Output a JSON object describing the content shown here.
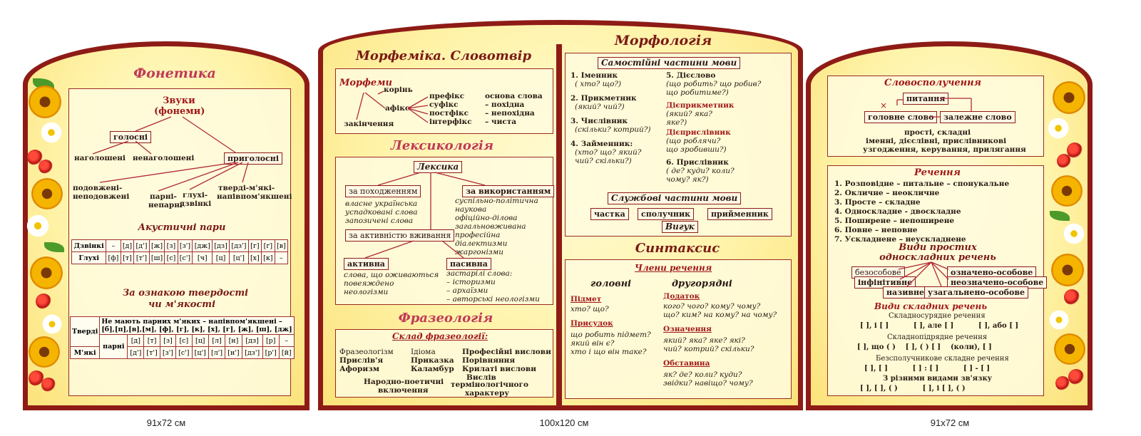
{
  "colors": {
    "frame": "#8e1b16",
    "panel": "#fff3a8",
    "accent": "#c03a5a"
  },
  "left": {
    "title": "Фонетика",
    "sounds": "Звуки",
    "phonemes": "(фонеми)",
    "vowels": "голосні",
    "consonants": "приголосні",
    "stressed": "наголошені",
    "unstressed": "ненаголошені",
    "lengthened": "подовжені-",
    "not_lengthened": "неподовжені",
    "paired": "парні-",
    "unpaired": "непарні",
    "deaf": "глухі-",
    "voiced": "дзвінкі",
    "hard_soft": "тверді-м'які-",
    "semisoft": "напівпом'якшені",
    "acoustic_title": "Акустичні пари",
    "acoustic_rows": [
      [
        "Дзвінкі",
        "–",
        "[д]",
        "[д']",
        "[ж]",
        "[з]",
        "[з']",
        "[дж]",
        "[дз]",
        "[дз']",
        "[г]",
        "[ґ]",
        "[в]"
      ],
      [
        "Глухі",
        "[ф]",
        "[т]",
        "[т']",
        "[ш]",
        "[с]",
        "[с']",
        "[ч]",
        "[ц]",
        "[ц']",
        "[х]",
        "[к]",
        "–"
      ]
    ],
    "hardness_title": "За ознакою твердості",
    "hardness_title2": "чи м'якості",
    "hard_label": "Тверді",
    "hard_text1": "Не мають парних м'яких – напівпом'якшені –",
    "hard_text2": "[б],[п],[в],[м], [ф], [г], [к], [х], [г], [ж], [ш], [дж]",
    "soft_label": "М'які",
    "pairs_label": "парні",
    "hard_pairs": [
      "[д]",
      "[т]",
      "[з]",
      "[с]",
      "[ц]",
      "[л]",
      "[н]",
      "[дз]",
      "[р]",
      "–"
    ],
    "soft_pairs": [
      "[д']",
      "[т']",
      "[з']",
      "[с']",
      "[ц']",
      "[л']",
      "[н']",
      "[дз']",
      "[р']",
      "[й]"
    ]
  },
  "center": {
    "morph_title": "Морфеміка. Словотвір",
    "morphemes": "Морфеми",
    "root": "корінь",
    "affix": "афікс",
    "ending": "закінчення",
    "prefix": "префікс",
    "suffix": "суфікс",
    "postfix": "постфікс",
    "interfix": "інтерфікс",
    "stem": "основа слова",
    "derived": "– похідна",
    "non_derived": "– непохідна",
    "pure": "– чиста",
    "lex_title": "Лексикологія",
    "lexika": "Лексика",
    "by_origin": "за походженням",
    "by_use": "за використанням",
    "origin_items": [
      "власне українська",
      "успадковані слова",
      "запозичені слова"
    ],
    "use_items": [
      "суспільно-політична",
      "наукова",
      "офіційно-ділова",
      "загальновживана",
      "професійна",
      "діалектизми",
      "жаргонізми"
    ],
    "by_activity": "за активністю вживання",
    "active": "активна",
    "passive": "пасивна",
    "active_items": [
      "слова, що оживаються",
      "повеяждено",
      "неологізми"
    ],
    "passive_items": [
      "застарілі слова:",
      "– історизми",
      "– архаїзми",
      "– авторські неологізми"
    ],
    "phraseo_title": "Фразеологія",
    "phraseo_composition": "Склад фразеології:",
    "phraseo_col1": [
      "Фразеологізм",
      "Прислів'я",
      "Афоризм"
    ],
    "phraseo_col2": [
      "Ідіома",
      "Приказка",
      "Каламбур"
    ],
    "phraseo_col3": [
      "Професійні вислови",
      "Порівняння",
      "Крилаті вислови",
      "Вислів"
    ],
    "phraseo_extra1a": "Народно-поетичні",
    "phraseo_extra1b": "включення",
    "phraseo_extra2a": "термінологічного",
    "phraseo_extra2b": "характеру",
    "morpho_title": "Морфологія",
    "independent": "Самостійні частини мови",
    "noun": "1. Іменник",
    "noun_q": "( хто? що?)",
    "adjective": "2. Прикметник",
    "adjective_q": "(який? чий?)",
    "numeral": "3. Числівник",
    "numeral_q": "(скільки? котрий?)",
    "pronoun": "4. Займенник:",
    "pronoun_q1": "(хто? що? який?",
    "pronoun_q2": "чий? скільки?)",
    "verb": "5. Дієслово",
    "verb_q1": "(що робить? що робив?",
    "verb_q2": "що робитиме?)",
    "participle": "Дієприкметник",
    "participle_q1": "(який? яка?",
    "participle_q2": "яке?)",
    "gerund": "Дієприслівник",
    "gerund_q1": "(що роблячи?",
    "gerund_q2": "що зробивши?)",
    "adverb": "6. Прислівник",
    "adverb_q1": "( де? куди? коли?",
    "adverb_q2": "чому? як?)",
    "service": "Службові частини мови",
    "particle": "частка",
    "conjunction": "сполучник",
    "preposition": "прийменник",
    "interjection": "Вигук",
    "syntax_title": "Синтаксис",
    "members": "Члени речення",
    "main": "головні",
    "secondary": "другорядні",
    "subject": "Підмет",
    "subject_q": "хто? що?",
    "predicate": "Присудок",
    "predicate_q1": "що робить підмет?",
    "predicate_q2": "який він є?",
    "predicate_q3": "хто і що він таке?",
    "object": "Додаток",
    "object_q1": "кого? чого? кому? чому?",
    "object_q2": "що? ким? на кому? на чому?",
    "attribute": "Означення",
    "attribute_q1": "який? яка? яке? які?",
    "attribute_q2": "чий? котрий? скільки?",
    "adverbial": "Обставина",
    "adverbial_q1": "як? де? коли? куди?",
    "adverbial_q2": "звідки? навіщо? чому?"
  },
  "right": {
    "phrase_title": "Словосполучення",
    "question": "питання",
    "main_word": "головне слово",
    "dependent_word": "залежне слово",
    "phrase_text1": "прості, складні",
    "phrase_text2": "іменні, дієслівні, прислівникові",
    "phrase_text3": "узгодження, керування, прилягання",
    "sentence_title": "Речення",
    "sentence_items": [
      "1.  Розповідне – питальне – спонукальне",
      "2.  Окличне – неокличне",
      "3.  Просте – складне",
      "4.  Односкладне - двоскладне",
      "5.  Поширене – непоширене",
      "6.  Повне – неповне",
      "7.  Ускладнене – неускладнене"
    ],
    "simple_types_title1": "Види простих",
    "simple_types_title2": "односкладних речень",
    "impersonal": "безособове",
    "infinitive": "інфінітивне",
    "nominative": "називне",
    "def_personal": "означено-особове",
    "indef_personal": "неозначено-особове",
    "gen_personal": "узагальнено-особове",
    "complex_title": "Види складних речень",
    "compound": "Складносурядне речення",
    "compound_scheme": "[ ], і [ ]          [ ], але [ ]          [ ], або [ ]",
    "complex_sub": "Складнопідрядне речення",
    "complex_scheme": "[ ], що ( )    [ ], ( ) [ ]    (коли), [ ]",
    "asyndetic": "Безсполучникове складне речення",
    "asyndetic_scheme": "[ ], [ ]          [ ] : [ ]          [ ] - [ ]",
    "mixed": "З різними видами зв'язку",
    "mixed_scheme": "[ ], [ ], ( )          [ ], і [ ], ( )"
  },
  "sizes": {
    "left": "91x72 см",
    "center": "100x120 см",
    "right": "91x72 см"
  }
}
